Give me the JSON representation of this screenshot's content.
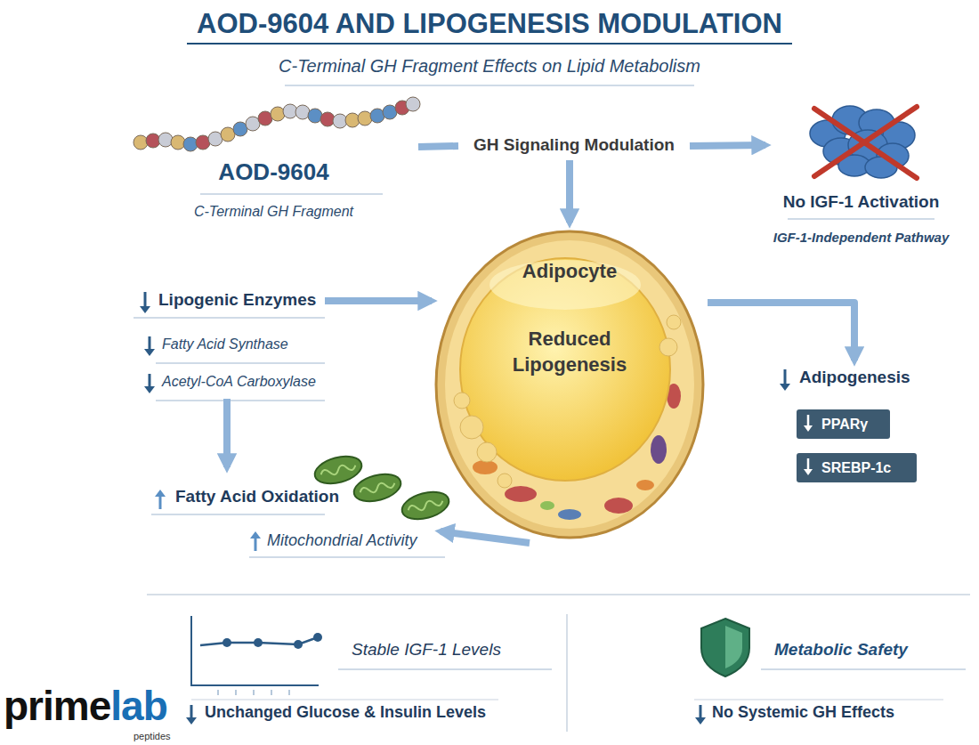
{
  "diagram": {
    "title": "AOD-9604 AND LIPOGENESIS MODULATION",
    "nodes": [
      {
        "text": [
          "AOD-9604",
          "C-Terminal GH Fragment"
        ]
      },
      {
        "text": [
          "GH Signaling Modulation"
        ]
      },
      {
        "text": [
          "No IGF-1 Activation",
          "IGF-1-Independent Pathway"
        ]
      },
      {
        "text": [
          "Lipogenic Enzymes",
          "Fatty Acid Synthase",
          "Acetyl-CoA Carboxylase"
        ]
      },
      {
        "text": [
          "Adipocyte",
          "Reduced Lipogenesis"
        ]
      },
      {
        "text": [
          "Adipogenesis"
        ]
      },
      {
        "text": [
          "PPARγ"
        ],
        "in": 5
      },
      {
        "text": [
          "SREBP-1c"
        ],
        "in": 5
      },
      {
        "text": [
          "Fatty Acid Oxidation",
          "Mitochondrial Activity"
        ]
      },
      {
        "text": [
          "Stable IGF-1 Levels",
          "Unchanged Glucose & Insulin Levels"
        ]
      },
      {
        "text": [
          "Metabolic Safety",
          "No Systemic GH Effects"
        ]
      }
    ],
    "edges": [
      {
        "from": 0,
        "to": 1,
        "arrow": "none"
      },
      {
        "from": 1,
        "to": 2,
        "arrow": "to"
      },
      {
        "from": 1,
        "to": 4,
        "arrow": "to"
      },
      {
        "from": 3,
        "to": 4,
        "arrow": "to"
      },
      {
        "from": 3,
        "to": 8,
        "arrow": "to"
      },
      {
        "from": 4,
        "to": 5,
        "arrow": "to"
      },
      {
        "from": 4,
        "to": 8,
        "arrow": "to"
      }
    ],
    "labels": [
      "C-Terminal GH Fragment Effects on Lipid Metabolism",
      "prime",
      "lab",
      "peptides"
    ]
  }
}
